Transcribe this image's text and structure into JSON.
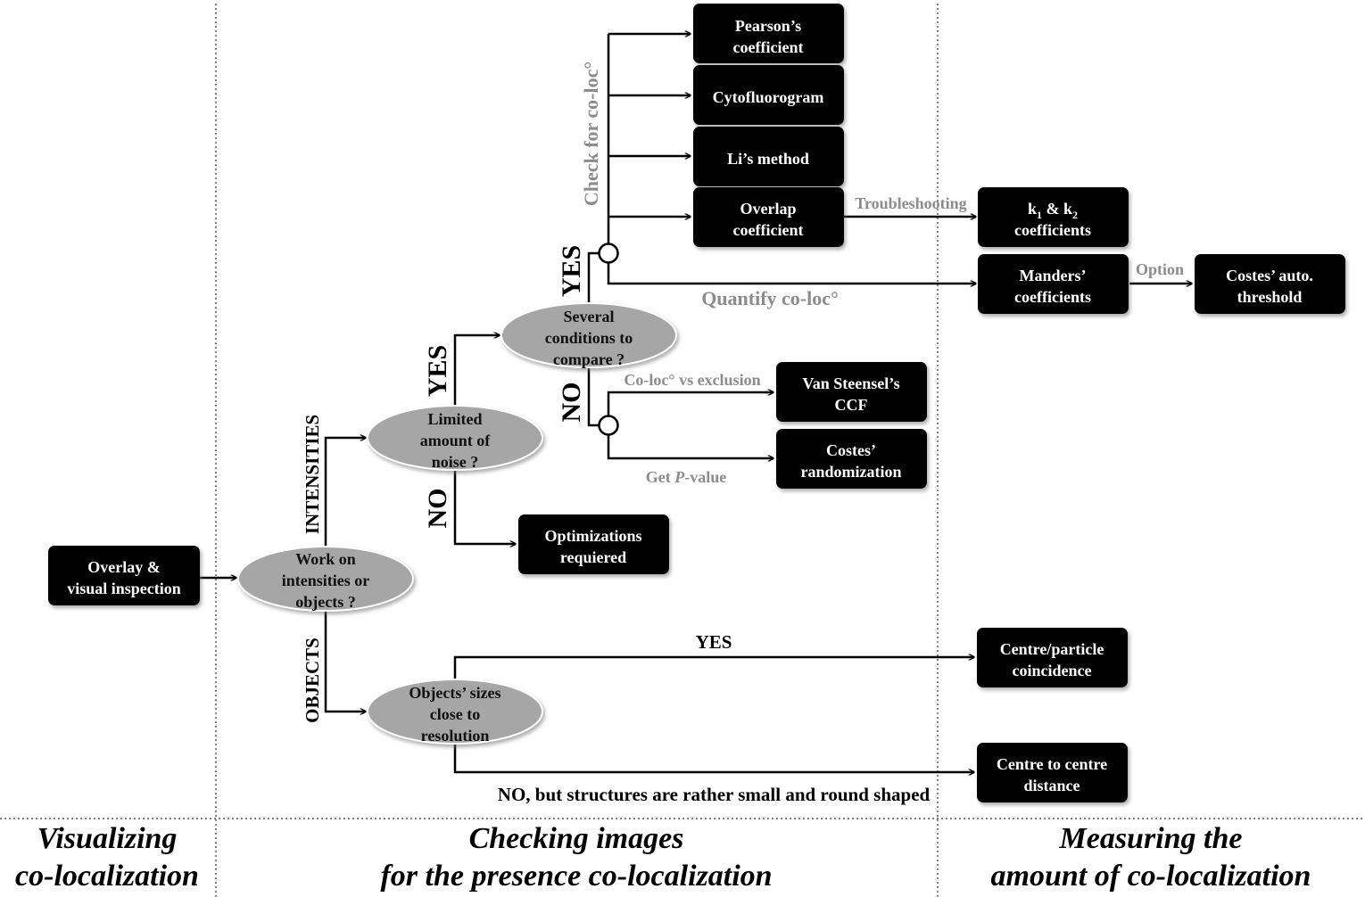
{
  "colors": {
    "box_fill": "#000000",
    "ellipse_fill": "#a6a6a6",
    "muted_label": "#8c8c8c"
  },
  "boxes": {
    "overlay": [
      "Overlay &",
      "visual inspection"
    ],
    "pearson": [
      "Pearson’s",
      "coefficient"
    ],
    "cytofluorogram": [
      "Cytofluorogram"
    ],
    "li": [
      "Li’s method"
    ],
    "overlap": [
      "Overlap",
      "coefficient"
    ],
    "k_coeff": {
      "k_letter": "k",
      "sub1": "1",
      "amp": " & ",
      "sub2": "2",
      "line2": "coefficients"
    },
    "manders": [
      "Manders’",
      "coefficients"
    ],
    "costes_auto": [
      "Costes’ auto.",
      "threshold"
    ],
    "van_steensel": [
      "Van Steensel’s",
      "CCF"
    ],
    "costes_rand": [
      "Costes’",
      "randomization"
    ],
    "optimizations": [
      "Optimizations",
      "requiered"
    ],
    "centre_particle": [
      "Centre/particle",
      "coincidence"
    ],
    "centre_distance": [
      "Centre to centre",
      "distance"
    ]
  },
  "decisions": {
    "work_on": [
      "Work on",
      "intensities or",
      "objects ?"
    ],
    "limited_noise": [
      "Limited",
      "amount of",
      "noise ?"
    ],
    "several": [
      "Several",
      "conditions to",
      "compare ?"
    ],
    "object_sizes": [
      "Objects’ sizes",
      "close to",
      "resolution"
    ]
  },
  "edge_labels": {
    "intensities": "INTENSITIES",
    "objects": "OBJECTS",
    "noise_yes": "YES",
    "noise_no": "NO",
    "several_yes": "YES",
    "several_no": "NO",
    "check_coloc": "Check for co-loc°",
    "quantify_coloc": "Quantify co-loc°",
    "troubleshooting": "Troubleshooting",
    "option": "Option",
    "coloc_vs_exclusion": "Co-loc° vs exclusion",
    "get_pvalue_prefix": "Get ",
    "get_pvalue_italic": "P",
    "get_pvalue_suffix": "-value",
    "sizes_yes": "YES",
    "sizes_no": "NO, but structures are rather small and round shaped"
  },
  "sections": {
    "visualizing": [
      "Visualizing",
      "co-localization"
    ],
    "checking": [
      "Checking images",
      "for the presence co-localization"
    ],
    "measuring": [
      "Measuring the",
      "amount of co-localization"
    ]
  }
}
